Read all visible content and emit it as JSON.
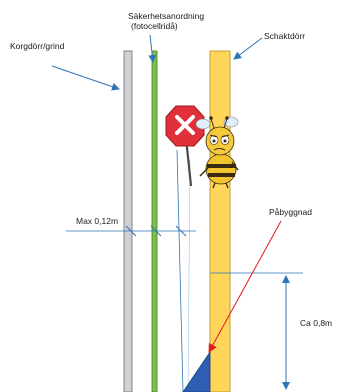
{
  "labels": {
    "car_door": "Korgdörr/grind",
    "safety_device_line1": "Säkerhetsanordning",
    "safety_device_line2": "(fotocellridå)",
    "shaft_door": "Schaktdörr",
    "max_gap": "Max 0,12m",
    "superstructure": "Påbyggnad",
    "approx_height": "Ca 0,8m"
  },
  "mascot": {
    "sign_icon": "stop-x-sign-icon",
    "character_icon": "bee-mascot-icon"
  },
  "colors": {
    "car_door_fill": "#cfd0d6",
    "safety_device_fill": "#7cc24a",
    "shaft_door_fill": "#ffd55a",
    "superstructure_fill": "#2f5fb3",
    "dimension_line": "#2e75b6",
    "pointer_arrow": "#e31b1b",
    "stop_sign": "#e0303a"
  }
}
